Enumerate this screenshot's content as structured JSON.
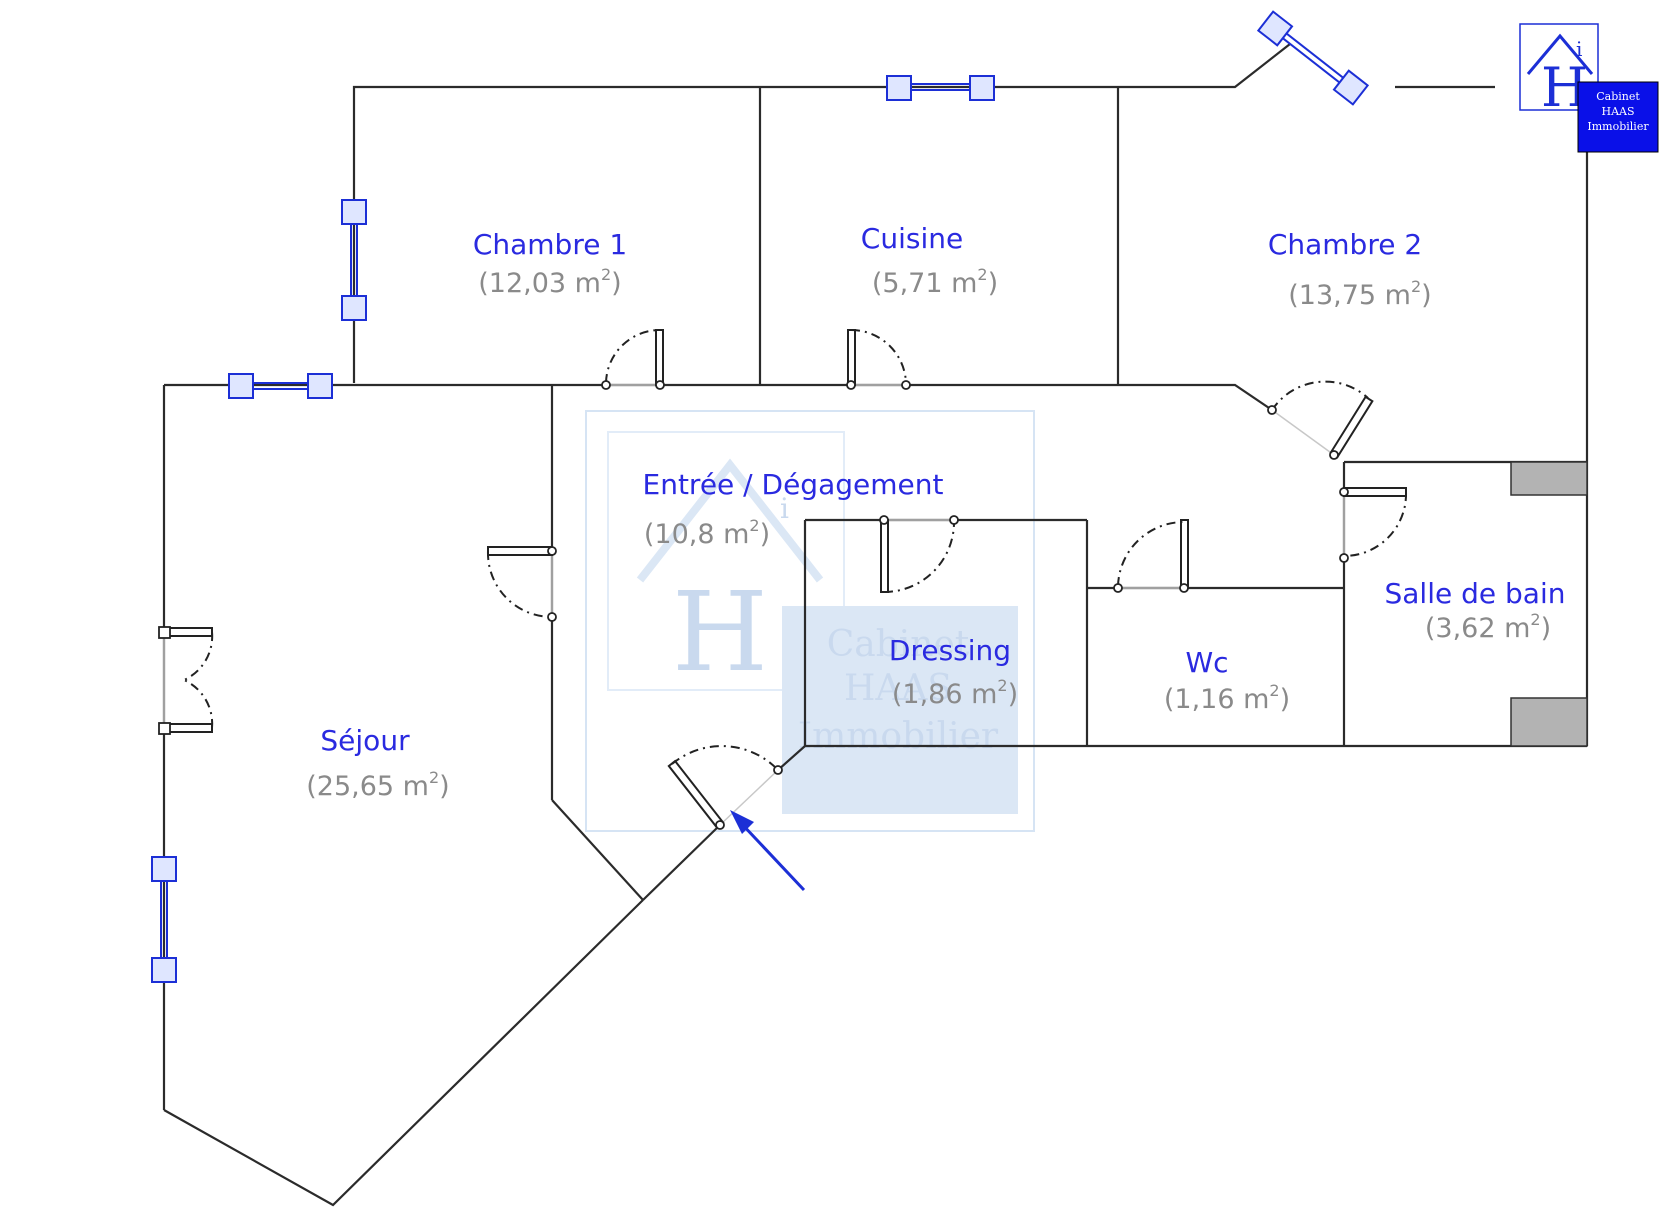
{
  "rooms": {
    "chambre1": {
      "name": "Chambre 1",
      "area": "(12,03 m",
      "sup": "2",
      "close": ")"
    },
    "cuisine": {
      "name": "Cuisine",
      "area": "(5,71 m",
      "sup": "2",
      "close": ")"
    },
    "chambre2": {
      "name": "Chambre 2",
      "area": "(13,75 m",
      "sup": "2",
      "close": ")"
    },
    "entree": {
      "name": "Entrée / Dégagement",
      "area": "(10,8 m",
      "sup": "2",
      "close": ")"
    },
    "dressing": {
      "name": "Dressing",
      "area": "(1,86 m",
      "sup": "2",
      "close": ")"
    },
    "wc": {
      "name": "Wc",
      "area": "(1,16 m",
      "sup": "2",
      "close": ")"
    },
    "salle_de_bain": {
      "name": "Salle de bain",
      "area": "(3,62 m",
      "sup": "2",
      "close": ")"
    },
    "sejour": {
      "name": "Séjour",
      "area": "(25,65 m",
      "sup": "2",
      "close": ")"
    }
  },
  "logo": {
    "letter_h": "H",
    "letter_i": "i",
    "line1": "Cabinet",
    "line2": "HAAS",
    "line3": "Immobilier"
  },
  "watermark": {
    "letter_h": "H",
    "letter_i": "i",
    "line1": "Cabinet",
    "line2": "HAAS",
    "line3": "Immobilier"
  },
  "colors": {
    "room_label": "#2a2ae0",
    "area_label": "#8a8a8a",
    "window": "#1c2fd6",
    "logo_blue": "#1c2fd6",
    "wall": "#2b2b2b",
    "entry_arrow": "#1c2fd6",
    "watermark": "#c9d9ee"
  },
  "icons": {
    "entry_marker": "entry-arrow-icon",
    "logo": "house-logo-icon"
  }
}
